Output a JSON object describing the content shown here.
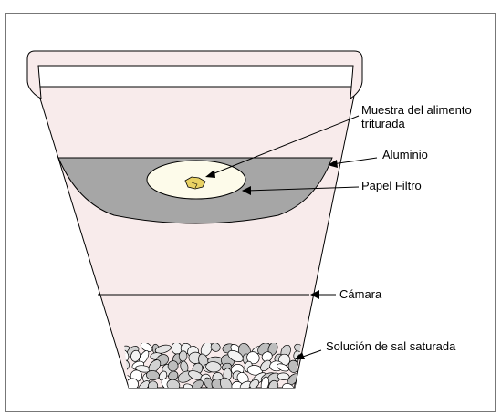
{
  "labels": {
    "sample": "Muestra del alimento triturada",
    "aluminum": "Aluminio",
    "filter_paper": "Papel Filtro",
    "chamber": "Cámara",
    "salt_solution": "Solución de sal saturada"
  },
  "colors": {
    "container_fill": "#f8ebeb",
    "aluminum_fill": "#a6a6a6",
    "filter_paper_fill": "#fdfbea",
    "sample_fill": "#e8d163",
    "outline": "#000000",
    "frame": "#777777"
  }
}
